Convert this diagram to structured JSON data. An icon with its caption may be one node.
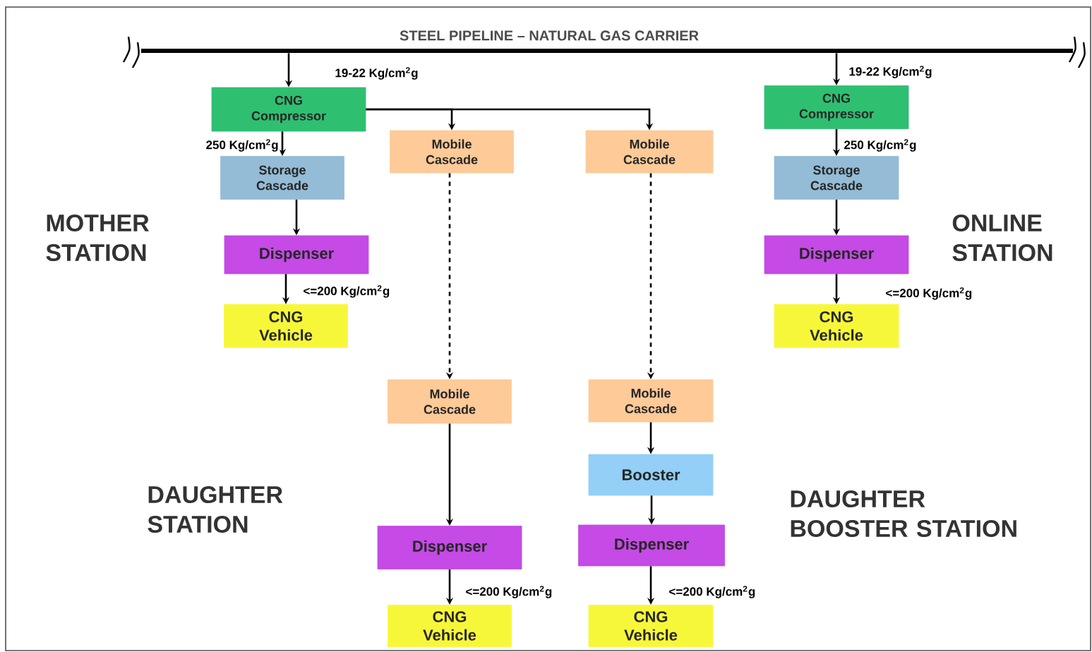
{
  "diagram": {
    "nodes": [
      {
        "text": [
          "STEEL PIPELINE – NATURAL GAS CARRIER"
        ]
      },
      {
        "text": [
          "CNG Compressor"
        ]
      },
      {
        "text": [
          "Storage Cascade"
        ]
      },
      {
        "text": [
          "Dispenser"
        ]
      },
      {
        "text": [
          "CNG Vehicle"
        ]
      },
      {
        "text": [
          "Mobile Cascade"
        ]
      },
      {
        "text": [
          "Mobile Cascade"
        ]
      },
      {
        "text": [
          "CNG Compressor"
        ]
      },
      {
        "text": [
          "Storage Cascade"
        ]
      },
      {
        "text": [
          "Dispenser"
        ]
      },
      {
        "text": [
          "CNG Vehicle"
        ]
      },
      {
        "text": [
          "Mobile Cascade"
        ]
      },
      {
        "text": [
          "Mobile Cascade"
        ]
      },
      {
        "text": [
          "Booster"
        ]
      },
      {
        "text": [
          "Dispenser"
        ]
      },
      {
        "text": [
          "Dispenser"
        ]
      },
      {
        "text": [
          "CNG Vehicle"
        ]
      },
      {
        "text": [
          "CNG Vehicle"
        ]
      }
    ],
    "edges": [
      {
        "from": 0,
        "to": 1,
        "arrow": "to",
        "label": "19-22 Kg/cm$^{2}$g"
      },
      {
        "from": 1,
        "to": 2,
        "arrow": "to",
        "label": "250 Kg/cm$^{2}$g"
      },
      {
        "from": 2,
        "to": 3,
        "arrow": "to"
      },
      {
        "from": 3,
        "to": 4,
        "arrow": "to",
        "label": "<=200 Kg/cm$^{2}$g"
      },
      {
        "from": 1,
        "to": 5,
        "arrow": "to"
      },
      {
        "from": 1,
        "to": 6,
        "arrow": "to"
      },
      {
        "from": 5,
        "to": 11,
        "arrow": "to",
        "style": "dashed"
      },
      {
        "from": 6,
        "to": 12,
        "arrow": "to",
        "style": "dashed"
      },
      {
        "from": 11,
        "to": 14,
        "arrow": "to"
      },
      {
        "from": 14,
        "to": 16,
        "arrow": "to",
        "label": "<=200 Kg/cm$^{2}$g"
      },
      {
        "from": 12,
        "to": 13,
        "arrow": "to"
      },
      {
        "from": 13,
        "to": 15,
        "arrow": "to"
      },
      {
        "from": 15,
        "to": 17,
        "arrow": "to",
        "label": "<=200 Kg/cm$^{2}$g"
      },
      {
        "from": 0,
        "to": 7,
        "arrow": "to",
        "label": "19-22 Kg/cm$^{2}$g"
      },
      {
        "from": 7,
        "to": 8,
        "arrow": "to",
        "label": "250 Kg/cm$^{2}$g"
      },
      {
        "from": 8,
        "to": 9,
        "arrow": "to"
      },
      {
        "from": 9,
        "to": 10,
        "arrow": "to",
        "label": "<=200 Kg/cm$^{2}$g"
      }
    ],
    "labels": [
      "MOTHER STATION",
      "ONLINE STATION",
      "DAUGHTER STATION",
      "DAUGHTER BOOSTER STATION"
    ]
  }
}
